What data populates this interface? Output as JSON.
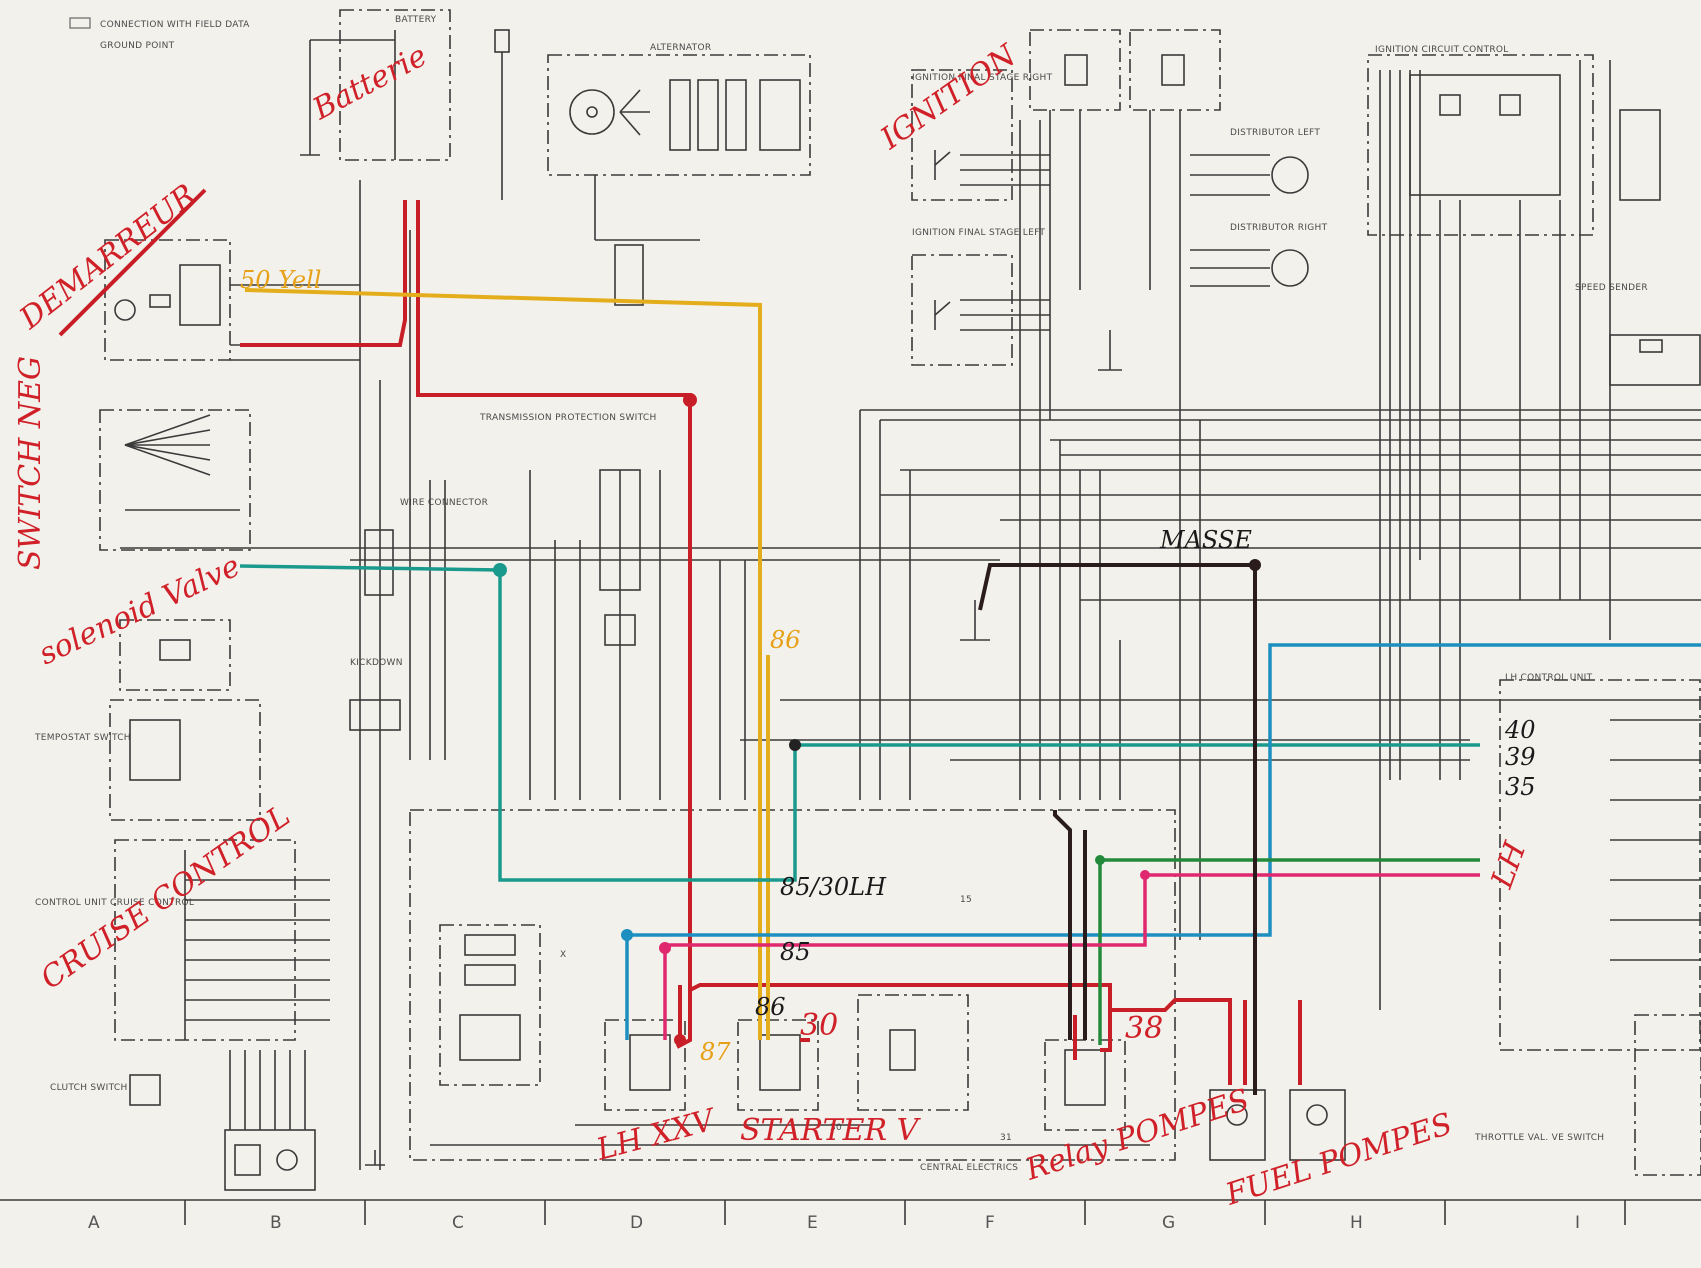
{
  "column_labels": [
    "A",
    "B",
    "C",
    "D",
    "E",
    "F",
    "G",
    "H",
    "I"
  ],
  "printed_labels": {
    "battery": "BATTERY",
    "alternator": "ALTERNATOR",
    "ignition_circuit_control": "IGNITION CIRCUIT CONTROL",
    "distributor_left": "DISTRIBUTOR LEFT",
    "distributor_right": "DISTRIBUTOR RIGHT",
    "transmission_protection_switch": "TRANSMISSION PROTECTION SWITCH",
    "wire_connector": "WIRE CONNECTOR",
    "kickdown": "KICKDOWN",
    "cruise_control": "CONTROL UNIT CRUISE CONTROL",
    "clutch_switch": "CLUTCH SWITCH",
    "central_electrics": "CENTRAL ELECTRICS",
    "throttle_valve_switch": "THROTTLE VAL. VE SWITCH",
    "speed_sender": "SPEED SENDER",
    "ground_point": "GROUND POINT",
    "connection_with_field_data": "CONNECTION WITH FIELD DATA",
    "terminal_30": "30",
    "terminal_31": "31",
    "terminal_15": "15",
    "kickdown_x": "X"
  },
  "annotations": {
    "batterie": "Batterie",
    "ignition": "IGNITION",
    "demarreur": "DEMARREUR",
    "switch_neg": "SWITCH NEG",
    "solenoid_valve": "solenoid Valve",
    "cruise_control": "CRUISE CONTROL",
    "fifty_yell": "50 Yell",
    "masse": "MASSE",
    "n86_top": "86",
    "n40": "40",
    "n39": "39",
    "n35": "35",
    "lh_right": "LH",
    "n85_30lh": "85/30LH",
    "n85": "85",
    "n86_mid": "86",
    "n87": "87",
    "n30": "30",
    "n38": "38",
    "lh_xxv": "LH XXV",
    "starter_v": "STARTER V",
    "relay_pumps": "Relay POMPES",
    "fuel_pumps": "FUEL POMPES"
  },
  "colors": {
    "red": "#c81e28",
    "yellow": "#e4ad1c",
    "teal": "#1a9a8c",
    "blue": "#1c8fc0",
    "green": "#228a3a",
    "pink": "#e0286e",
    "black": "#2a1c1c"
  }
}
